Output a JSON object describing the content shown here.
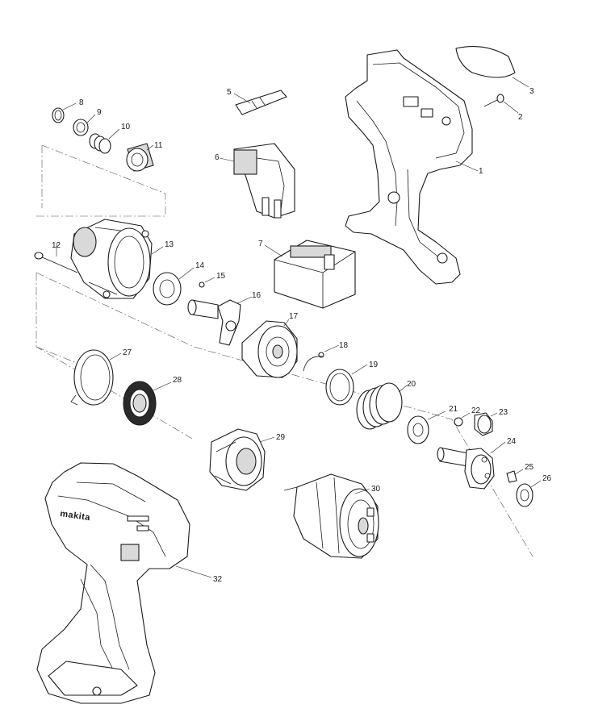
{
  "diagram": {
    "callouts": [
      "1",
      "2",
      "3",
      "5",
      "6",
      "7",
      "8",
      "9",
      "10",
      "11",
      "12",
      "13",
      "14",
      "15",
      "16",
      "17",
      "18",
      "19",
      "20",
      "21",
      "22",
      "23",
      "24",
      "25",
      "26",
      "27",
      "28",
      "29",
      "30",
      "32"
    ],
    "housing_logo": "makita"
  }
}
